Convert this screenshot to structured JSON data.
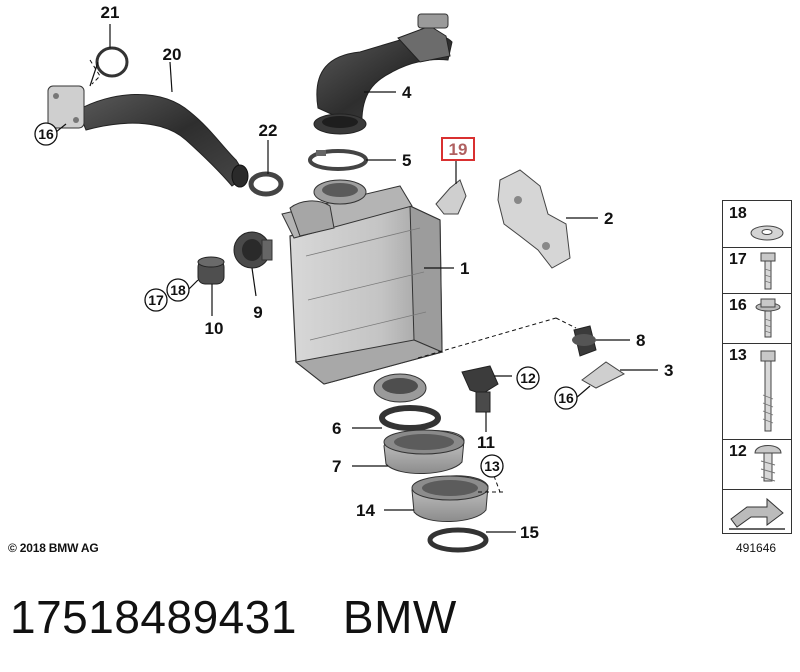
{
  "diagram": {
    "callouts": {
      "c1": "1",
      "c2": "2",
      "c3": "3",
      "c4": "4",
      "c5": "5",
      "c6": "6",
      "c7": "7",
      "c8": "8",
      "c9": "9",
      "c10": "10",
      "c11": "11",
      "c12": "12",
      "c13": "13",
      "c14": "14",
      "c15": "15",
      "c16a": "16",
      "c16b": "16",
      "c17": "17",
      "c18": "18",
      "c19": "19",
      "c20": "20",
      "c21": "21",
      "c22": "22"
    },
    "copyright": "© 2018 BMW AG",
    "image_number": "491646",
    "highlight_color": "#d93030"
  },
  "legend": {
    "items": [
      "18",
      "17",
      "16",
      "13",
      "12"
    ]
  },
  "caption": {
    "part_number": "17518489431",
    "brand": "BMW"
  }
}
